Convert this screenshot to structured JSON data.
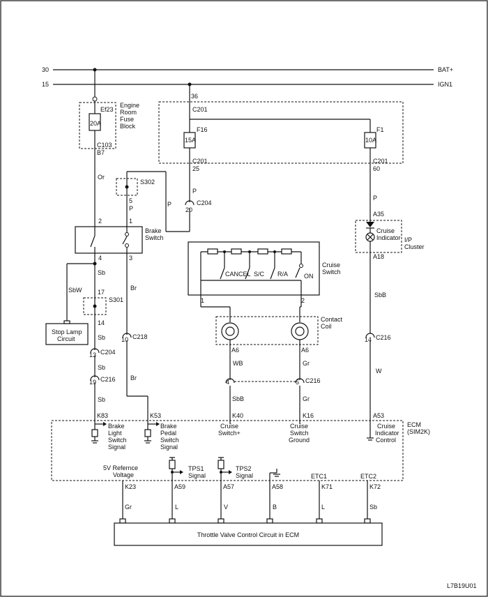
{
  "rails": {
    "r30": "30",
    "r15": "15",
    "bat": "BAT+",
    "ign": "IGN1"
  },
  "fuses": {
    "ef23": "Ef23",
    "ef23_amp": "20A",
    "engine_box": [
      "Engine",
      "Room",
      "Fuse",
      "Block"
    ],
    "c103": "C103",
    "b7": "B7",
    "f16": "F16",
    "f16_amp": "15A",
    "f1": "F1",
    "f1_amp": "10A",
    "p36": "36",
    "c201_top": "C201",
    "c201_l": "C201",
    "p25": "25",
    "c201_r": "C201",
    "p60": "60"
  },
  "wires": {
    "or": "Or",
    "p_left": "P",
    "p_mid": "P",
    "p_right": "P",
    "sb1": "Sb",
    "sbw": "SbW",
    "sb2": "Sb",
    "sb3": "Sb",
    "sb4": "Sb",
    "br1": "Br",
    "br2": "Br",
    "sbb1": "SbB",
    "w": "W",
    "wb": "WB",
    "gr1": "Gr",
    "sbb2": "SbB",
    "gr2": "Gr",
    "gr3": "Gr",
    "l1": "L",
    "v": "V",
    "b": "B",
    "l2": "L",
    "sb5": "Sb"
  },
  "connectors": {
    "s302": "S302",
    "p5": "5",
    "c204a": "C204",
    "p20": "20",
    "s301": "S301",
    "p17": "17",
    "p14": "14",
    "p13": "13",
    "c204b": "C204",
    "p19": "19",
    "c216a": "C216",
    "p10": "10",
    "c218": "C218",
    "p14b": "14",
    "c216b": "C216",
    "p4": "4",
    "p5b": "5",
    "c216c": "C216",
    "a6a": "A6",
    "a6b": "A6",
    "a35": "A35",
    "a18": "A18",
    "k83": "K83",
    "k53": "K53",
    "k40": "K40",
    "k16": "K16",
    "a53": "A53",
    "k23": "K23",
    "a59": "A59",
    "a57": "A57",
    "a58": "A58",
    "k71": "K71",
    "k72": "K72"
  },
  "brake": {
    "label": [
      "Brake",
      "Switch"
    ],
    "p2": "2",
    "p1": "1",
    "p4": "4",
    "p3": "3"
  },
  "stop_lamp": [
    "Stop Lamp",
    "Circuit"
  ],
  "cruise_switch": {
    "label": [
      "Cruise",
      "Switch"
    ],
    "cancel": "CANCEL",
    "sc": "S/C",
    "ra": "R/A",
    "on": "ON",
    "p1": "1",
    "p2": "2"
  },
  "contact_coil": [
    "Contact",
    "Coil"
  ],
  "indicator": {
    "label": [
      "Cruise",
      "Indicator"
    ],
    "cluster": [
      "I/P",
      "Cluster"
    ]
  },
  "ecm": {
    "label": [
      "ECM",
      "(SIM2K)"
    ],
    "brake_light": [
      "Brake",
      "Light",
      "Switch",
      "Signal"
    ],
    "brake_pedal": [
      "Brake",
      "Pedal",
      "Switch",
      "Signal"
    ],
    "cruise_plus": [
      "Cruise",
      "Switch+"
    ],
    "cruise_ground": [
      "Cruise",
      "Switch",
      "Ground"
    ],
    "cruise_ind": [
      "Cruise",
      "Indicator",
      "Control"
    ],
    "ref5v": [
      "5V Refernce",
      "Voltage"
    ],
    "tps1": [
      "TPS1",
      "Signal"
    ],
    "tps2": [
      "TPS2",
      "Signal"
    ],
    "etc1": "ETC1",
    "etc2": "ETC2"
  },
  "throttle_box": "Throttle Valve Control Circuit in ECM",
  "code": "L7B19U01"
}
